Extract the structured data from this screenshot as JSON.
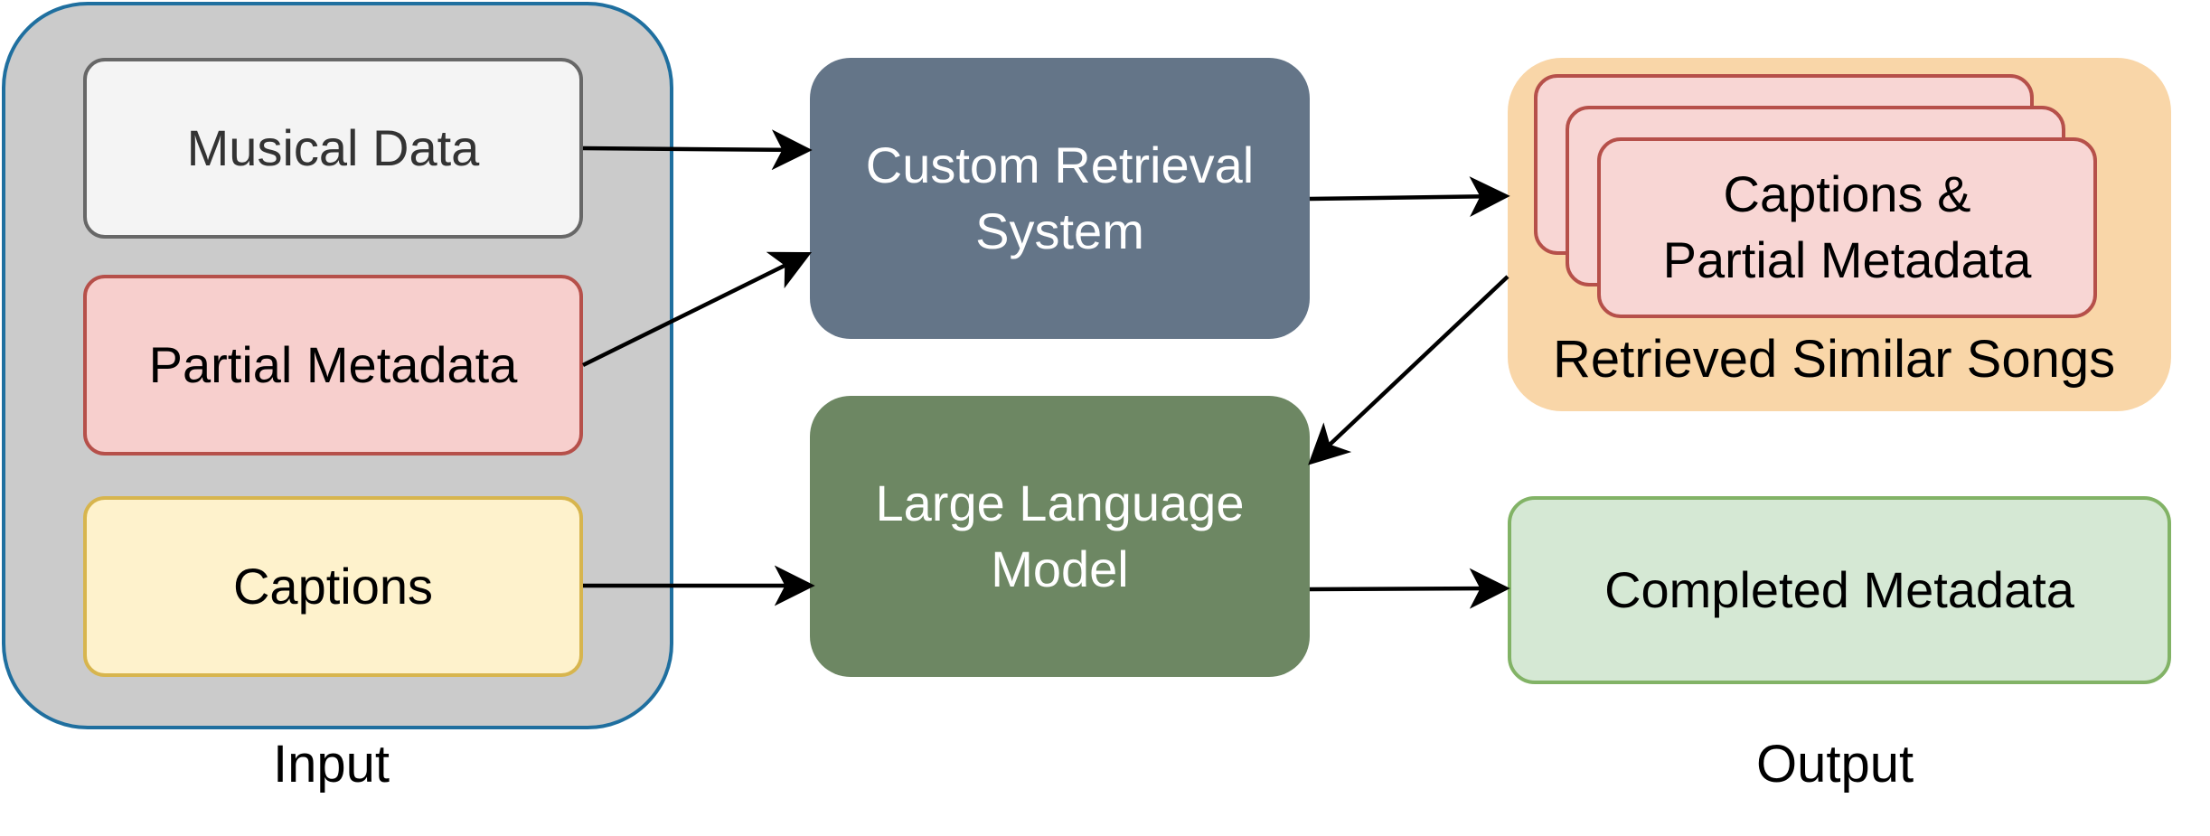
{
  "input": {
    "label": "Input",
    "items": {
      "musical_data": "Musical Data",
      "partial_metadata": "Partial Metadata",
      "captions": "Captions"
    }
  },
  "process": {
    "retrieval": [
      "Custom Retrieval",
      "System"
    ],
    "llm": [
      "Large Language",
      "Model"
    ]
  },
  "retrieved": {
    "card_text": [
      "Captions &",
      "Partial Metadata"
    ],
    "label": "Retrieved Similar Songs"
  },
  "output": {
    "completed": "Completed Metadata",
    "label": "Output"
  },
  "colors": {
    "input_group_fill": "#cbcbcb",
    "input_group_border": "#1f6f9f",
    "retrieval_fill": "#647588",
    "llm_fill": "#6d8763",
    "retrieved_group_fill": "#f9d6a8",
    "completed_fill": "#d5e8d4"
  }
}
